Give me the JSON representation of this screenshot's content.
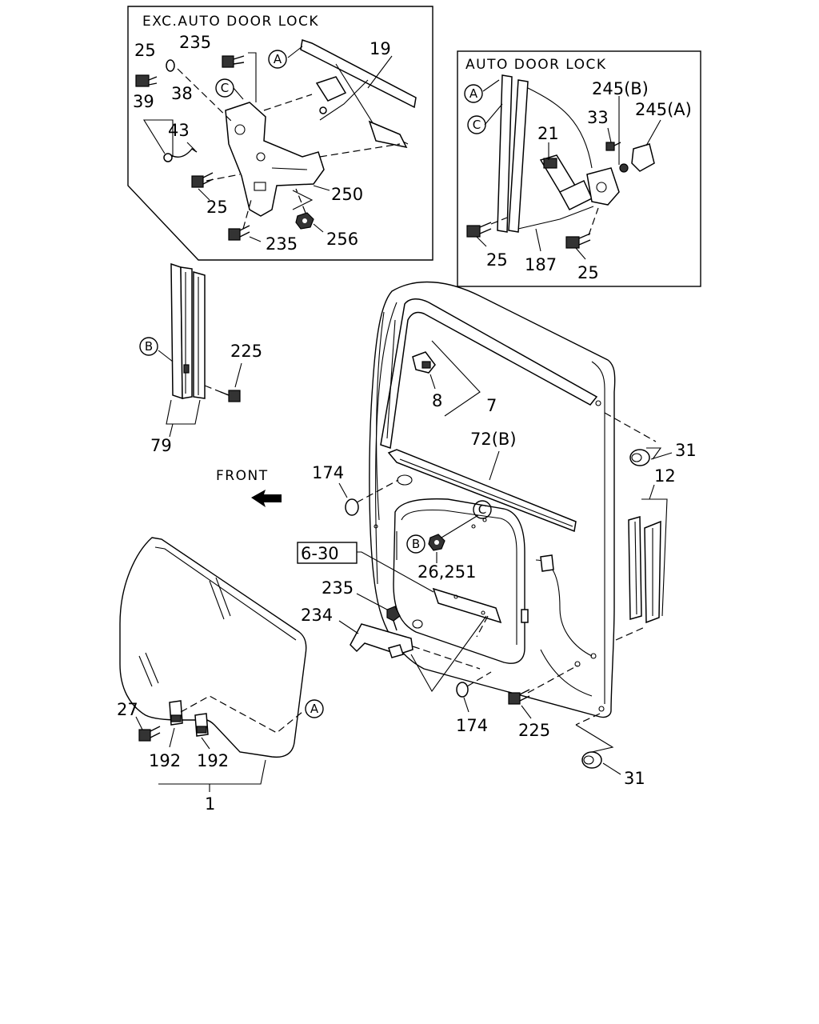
{
  "boxes": {
    "exc_auto": "EXC.AUTO DOOR LOCK",
    "auto": "AUTO DOOR LOCK"
  },
  "refs": {
    "a": "A",
    "b": "B",
    "c": "C"
  },
  "front": "FRONT",
  "ref_box": "6-30",
  "callouts": {
    "c25_tl": "25",
    "c235_top": "235",
    "c19": "19",
    "c38": "38",
    "c39": "39",
    "c43": "43",
    "c25_mid": "25",
    "c250": "250",
    "c235_bot": "235",
    "c256": "256",
    "c245b": "245(B)",
    "c33": "33",
    "c245a": "245(A)",
    "c21": "21",
    "c25_ar_l": "25",
    "c187": "187",
    "c25_ar_r": "25",
    "c225_top": "225",
    "c79": "79",
    "c8": "8",
    "c7": "7",
    "c72b": "72(B)",
    "c31_top": "31",
    "c12": "12",
    "c174_top": "174",
    "c26_251": "26,251",
    "c235_main": "235",
    "c234": "234",
    "c27": "27",
    "c192_l": "192",
    "c192_r": "192",
    "c1": "1",
    "c174_bot": "174",
    "c225_bot": "225",
    "c31_bot": "31"
  }
}
